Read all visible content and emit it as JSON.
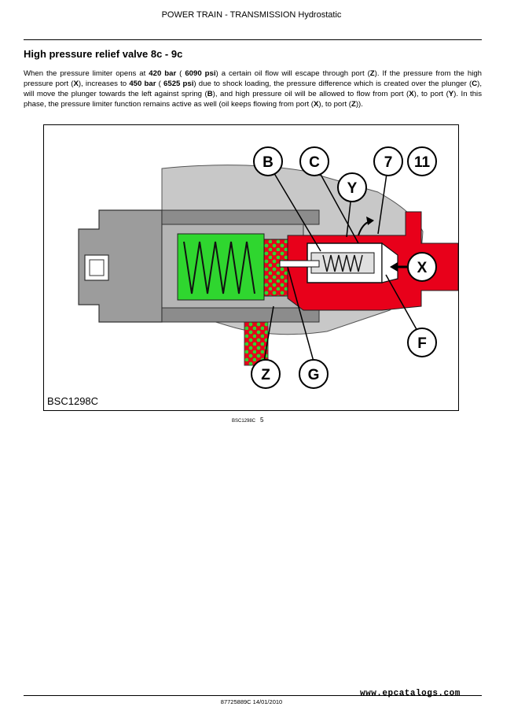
{
  "header": {
    "title": "POWER TRAIN - TRANSMISSION Hydrostatic"
  },
  "section": {
    "title": "High pressure relief valve 8c - 9c"
  },
  "paragraph": {
    "s1": "When the pressure limiter opens at ",
    "b1": "420 bar",
    "s2": " ( ",
    "b2": "6090 psi",
    "s3": ") a certain oil flow will escape through port (",
    "b3": "Z",
    "s4": "). If the pressure from the high pressure port (",
    "b4": "X",
    "s5": "), increases to ",
    "b5": "450 bar",
    "s6": " ( ",
    "b6": "6525 psi",
    "s7": ") due to shock loading, the pressure difference which is created over the plunger (",
    "b7": "C",
    "s8": "), will move the plunger towards the left against spring (",
    "b8": "B",
    "s9": "), and high pressure oil will be allowed to flow from port (",
    "b9": "X",
    "s10": "), to port (",
    "b10": "Y",
    "s11": "). In this phase, the pressure limiter function remains active as well (oil keeps flowing from port (",
    "b11": "X",
    "s12": "), to port (",
    "b12": "Z",
    "s13": "))."
  },
  "figure": {
    "code": "BSC1298C",
    "callouts": {
      "b": "B",
      "c": "C",
      "seven": "7",
      "eleven": "11",
      "y": "Y",
      "x": "X",
      "f": "F",
      "z": "Z",
      "g": "G"
    },
    "colors": {
      "high_pressure": "#e8001a",
      "low_pressure": "#2fd62f",
      "housing": "#c8c8c8",
      "housing_dark": "#8c8c8c"
    }
  },
  "caption": {
    "code": "BSC1298C",
    "number": "5"
  },
  "footer": {
    "code": "87725889C 14/01/2010"
  },
  "watermark": {
    "text": "www.epcatalogs.com"
  }
}
